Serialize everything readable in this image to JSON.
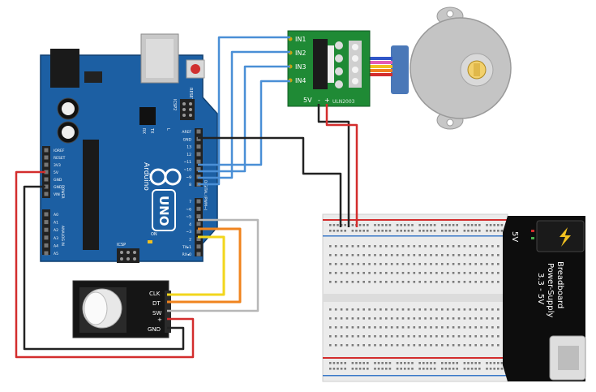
{
  "arduino": {
    "brand": "Arduino",
    "model": "UNO",
    "reset_label": "RESET",
    "icsp2_label": "ICSP2",
    "icsp_label": "ICSP",
    "on_label": "ON",
    "rx_label": "RX",
    "tx_label": "TX",
    "l_label": "L",
    "digital_label": "DIGITAL (PWM~)",
    "analog_label": "ANALOG IN",
    "power_label": "POWER",
    "top_pins": [
      "AREF",
      "GND",
      "13",
      "12",
      "~11",
      "~10",
      "~9",
      "8"
    ],
    "bottom_pins": [
      "7",
      "~6",
      "~5",
      "4",
      "~3",
      "2",
      "TX▸1",
      "RX◂0"
    ],
    "power_pins": [
      "IOREF",
      "RESET",
      "3V3",
      "5V",
      "GND",
      "GND",
      "VIN"
    ],
    "analog_pins": [
      "A0",
      "A1",
      "A2",
      "A3",
      "A4",
      "A5"
    ]
  },
  "driver": {
    "name": "ULN2003",
    "inputs": [
      "IN1",
      "IN2",
      "IN3",
      "IN4"
    ],
    "power_label": "5V",
    "minus": "-",
    "plus": "+"
  },
  "encoder": {
    "pins": [
      "CLK",
      "DT",
      "SW",
      "+",
      "GND"
    ]
  },
  "power_supply": {
    "title_line1": "Breadboard",
    "title_line2": "Power-Supply",
    "title_line3": "3.3 - 5V",
    "voltage": "5V"
  },
  "colors": {
    "arduino_blue": "#1c5fa3",
    "driver_green": "#1f8a35",
    "wire_blue": "#4a8fd6",
    "wire_red": "#d32d2d",
    "wire_black": "#222222",
    "wire_yellow": "#f2d61c",
    "wire_orange": "#f0841f",
    "wire_grey": "#b7b7b7"
  }
}
